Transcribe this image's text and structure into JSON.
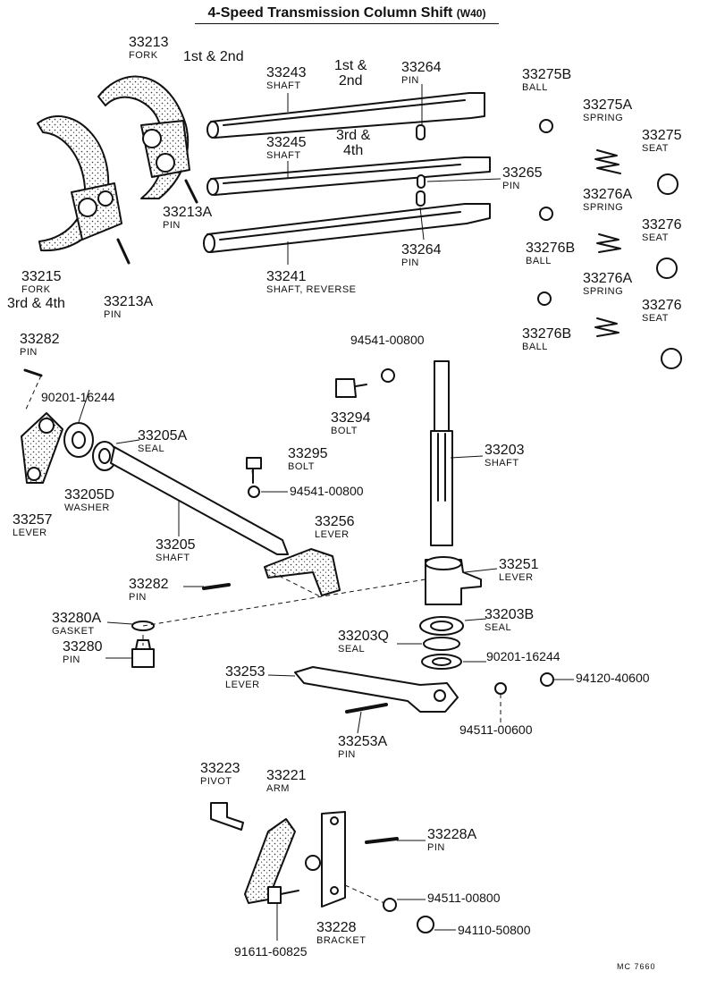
{
  "title": "4-Speed Transmission Column Shift",
  "title_sub": "(W40)",
  "code": "MC 7660",
  "notes": {
    "first_second": "1st & 2nd",
    "shaft_first_second": [
      "1st &",
      "2nd"
    ],
    "shaft_third_fourth": [
      "3rd &",
      "4th"
    ],
    "fork_third_fourth": "3rd & 4th"
  },
  "labels": {
    "fork_33213": {
      "num": "33213",
      "name": "FORK"
    },
    "shaft_33243": {
      "num": "33243",
      "name": "SHAFT"
    },
    "pin_33264_top": {
      "num": "33264",
      "name": "PIN"
    },
    "ball_33275b": {
      "num": "33275B",
      "name": "BALL"
    },
    "spring_33275a": {
      "num": "33275A",
      "name": "SPRING"
    },
    "seat_33275": {
      "num": "33275",
      "name": "SEAT"
    },
    "shaft_33245": {
      "num": "33245",
      "name": "SHAFT"
    },
    "pin_33265": {
      "num": "33265",
      "name": "PIN"
    },
    "spring_33276a_1": {
      "num": "33276A",
      "name": "SPRING"
    },
    "pin_33213a_upper": {
      "num": "33213A",
      "name": "PIN"
    },
    "ball_33276b_1": {
      "num": "33276B",
      "name": "BALL"
    },
    "seat_33276_1": {
      "num": "33276",
      "name": "SEAT"
    },
    "pin_33264_bottom": {
      "num": "33264",
      "name": "PIN"
    },
    "fork_33215": {
      "num": "33215",
      "name": "FORK"
    },
    "pin_33213a_lower": {
      "num": "33213A",
      "name": "PIN"
    },
    "shaft_33241": {
      "num": "33241",
      "name": "SHAFT, REVERSE"
    },
    "spring_33276a_2": {
      "num": "33276A",
      "name": "SPRING"
    },
    "seat_33276_2": {
      "num": "33276",
      "name": "SEAT"
    },
    "ball_33276b_2": {
      "num": "33276B",
      "name": "BALL"
    },
    "pin_33282_top": {
      "num": "33282",
      "name": "PIN"
    },
    "bolt_33294": {
      "num": "33294",
      "name": "BOLT"
    },
    "seal_33205a": {
      "num": "33205A",
      "name": "SEAL"
    },
    "shaft_33203": {
      "num": "33203",
      "name": "SHAFT"
    },
    "bolt_33295": {
      "num": "33295",
      "name": "BOLT"
    },
    "washer_33205d": {
      "num": "33205D",
      "name": "WASHER"
    },
    "lever_33257": {
      "num": "33257",
      "name": "LEVER"
    },
    "shaft_33205": {
      "num": "33205",
      "name": "SHAFT"
    },
    "lever_33256": {
      "num": "33256",
      "name": "LEVER"
    },
    "lever_33251": {
      "num": "33251",
      "name": "LEVER"
    },
    "pin_33282_mid": {
      "num": "33282",
      "name": "PIN"
    },
    "gasket_33280a": {
      "num": "33280A",
      "name": "GASKET"
    },
    "seal_33203b": {
      "num": "33203B",
      "name": "SEAL"
    },
    "seal_33203q": {
      "num": "33203Q",
      "name": "SEAL"
    },
    "pin_33280": {
      "num": "33280",
      "name": "PIN"
    },
    "lever_33253": {
      "num": "33253",
      "name": "LEVER"
    },
    "pin_33253a": {
      "num": "33253A",
      "name": "PIN"
    },
    "pivot_33223": {
      "num": "33223",
      "name": "PIVOT"
    },
    "arm_33221": {
      "num": "33221",
      "name": "ARM"
    },
    "pin_33228a": {
      "num": "33228A",
      "name": "PIN"
    },
    "bracket_33228": {
      "num": "33228",
      "name": "BRACKET"
    }
  },
  "part_numbers": {
    "p_90201_upper": "90201-16244",
    "p_94541_upper": "94541-00800",
    "p_94541_lower": "94541-00800",
    "p_90201_lower": "90201-16244",
    "p_94120": "94120-40600",
    "p_94511_upper": "94511-00600",
    "p_94511_lower": "94511-00800",
    "p_94110": "94110-50800",
    "p_91611": "91611-60825"
  }
}
